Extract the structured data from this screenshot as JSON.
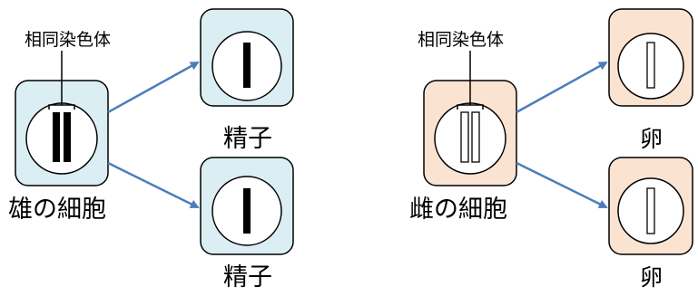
{
  "colors": {
    "male_cell_fill": "#daeef3",
    "female_cell_fill": "#fbe3d2",
    "arrow": "#4a7ebb",
    "stroke": "#000000"
  },
  "male": {
    "chromosome_label": "相同染色体",
    "parent_label": "雄の細胞",
    "child_top_label": "精子",
    "child_bottom_label": "精子"
  },
  "female": {
    "chromosome_label": "相同染色体",
    "parent_label": "雌の細胞",
    "child_top_label": "卵",
    "child_bottom_label": "卵"
  }
}
